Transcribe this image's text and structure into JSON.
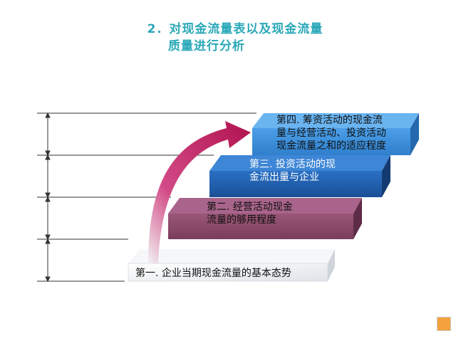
{
  "title": {
    "line1": "2．对现金流量表以及现金流量",
    "line2": "质量进行分析"
  },
  "steps": [
    {
      "id": "step-1",
      "lines": [
        "第一. 企业当期现金流量的基本态势"
      ],
      "color": "#e9ecf0"
    },
    {
      "id": "step-2",
      "lines": [
        "第二. 经营活动现金",
        "流量的够用程度"
      ],
      "color": "#8a4a6a"
    },
    {
      "id": "step-3",
      "lines": [
        "第三. 投资活动的现",
        "金流出量与企业"
      ],
      "color": "#1f5fb0"
    },
    {
      "id": "step-4",
      "lines": [
        "第四. 筹资活动的现金流",
        "量与经营活动、投资活动",
        "现金流量之和的适应程度"
      ],
      "color": "#3a8ee0"
    }
  ],
  "arrow_color": "#c2185b"
}
